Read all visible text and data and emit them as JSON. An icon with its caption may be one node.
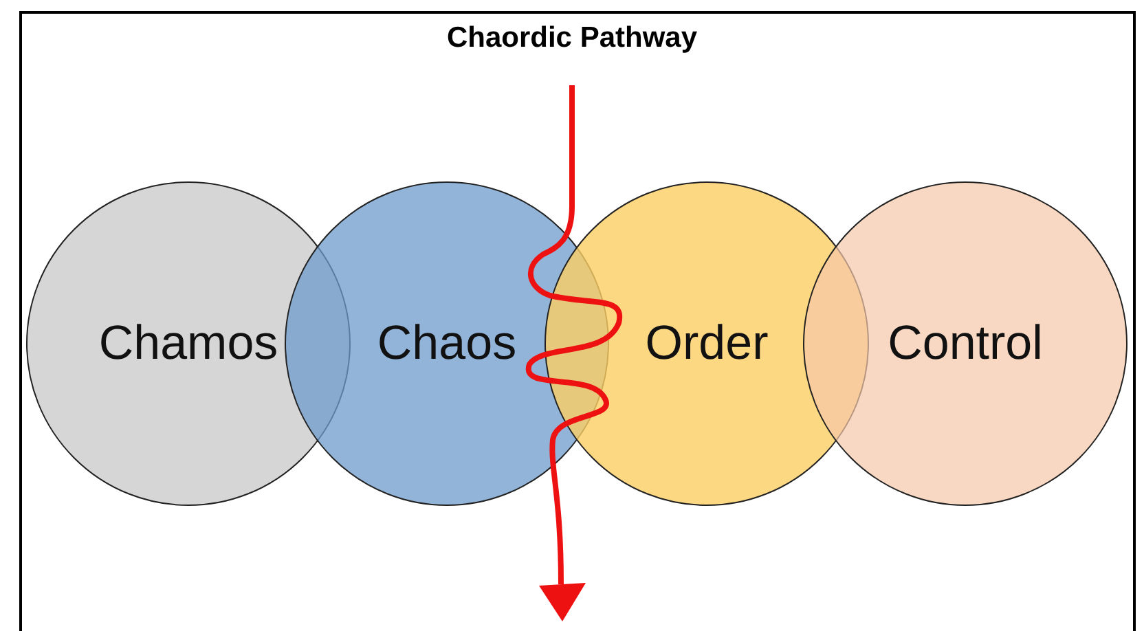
{
  "diagram": {
    "title": "Chaordic Pathway",
    "nodes": [
      {
        "text": [
          "Chamos"
        ]
      },
      {
        "text": [
          "Chaos"
        ]
      },
      {
        "text": [
          "Order"
        ]
      },
      {
        "text": [
          "Control"
        ]
      }
    ]
  }
}
